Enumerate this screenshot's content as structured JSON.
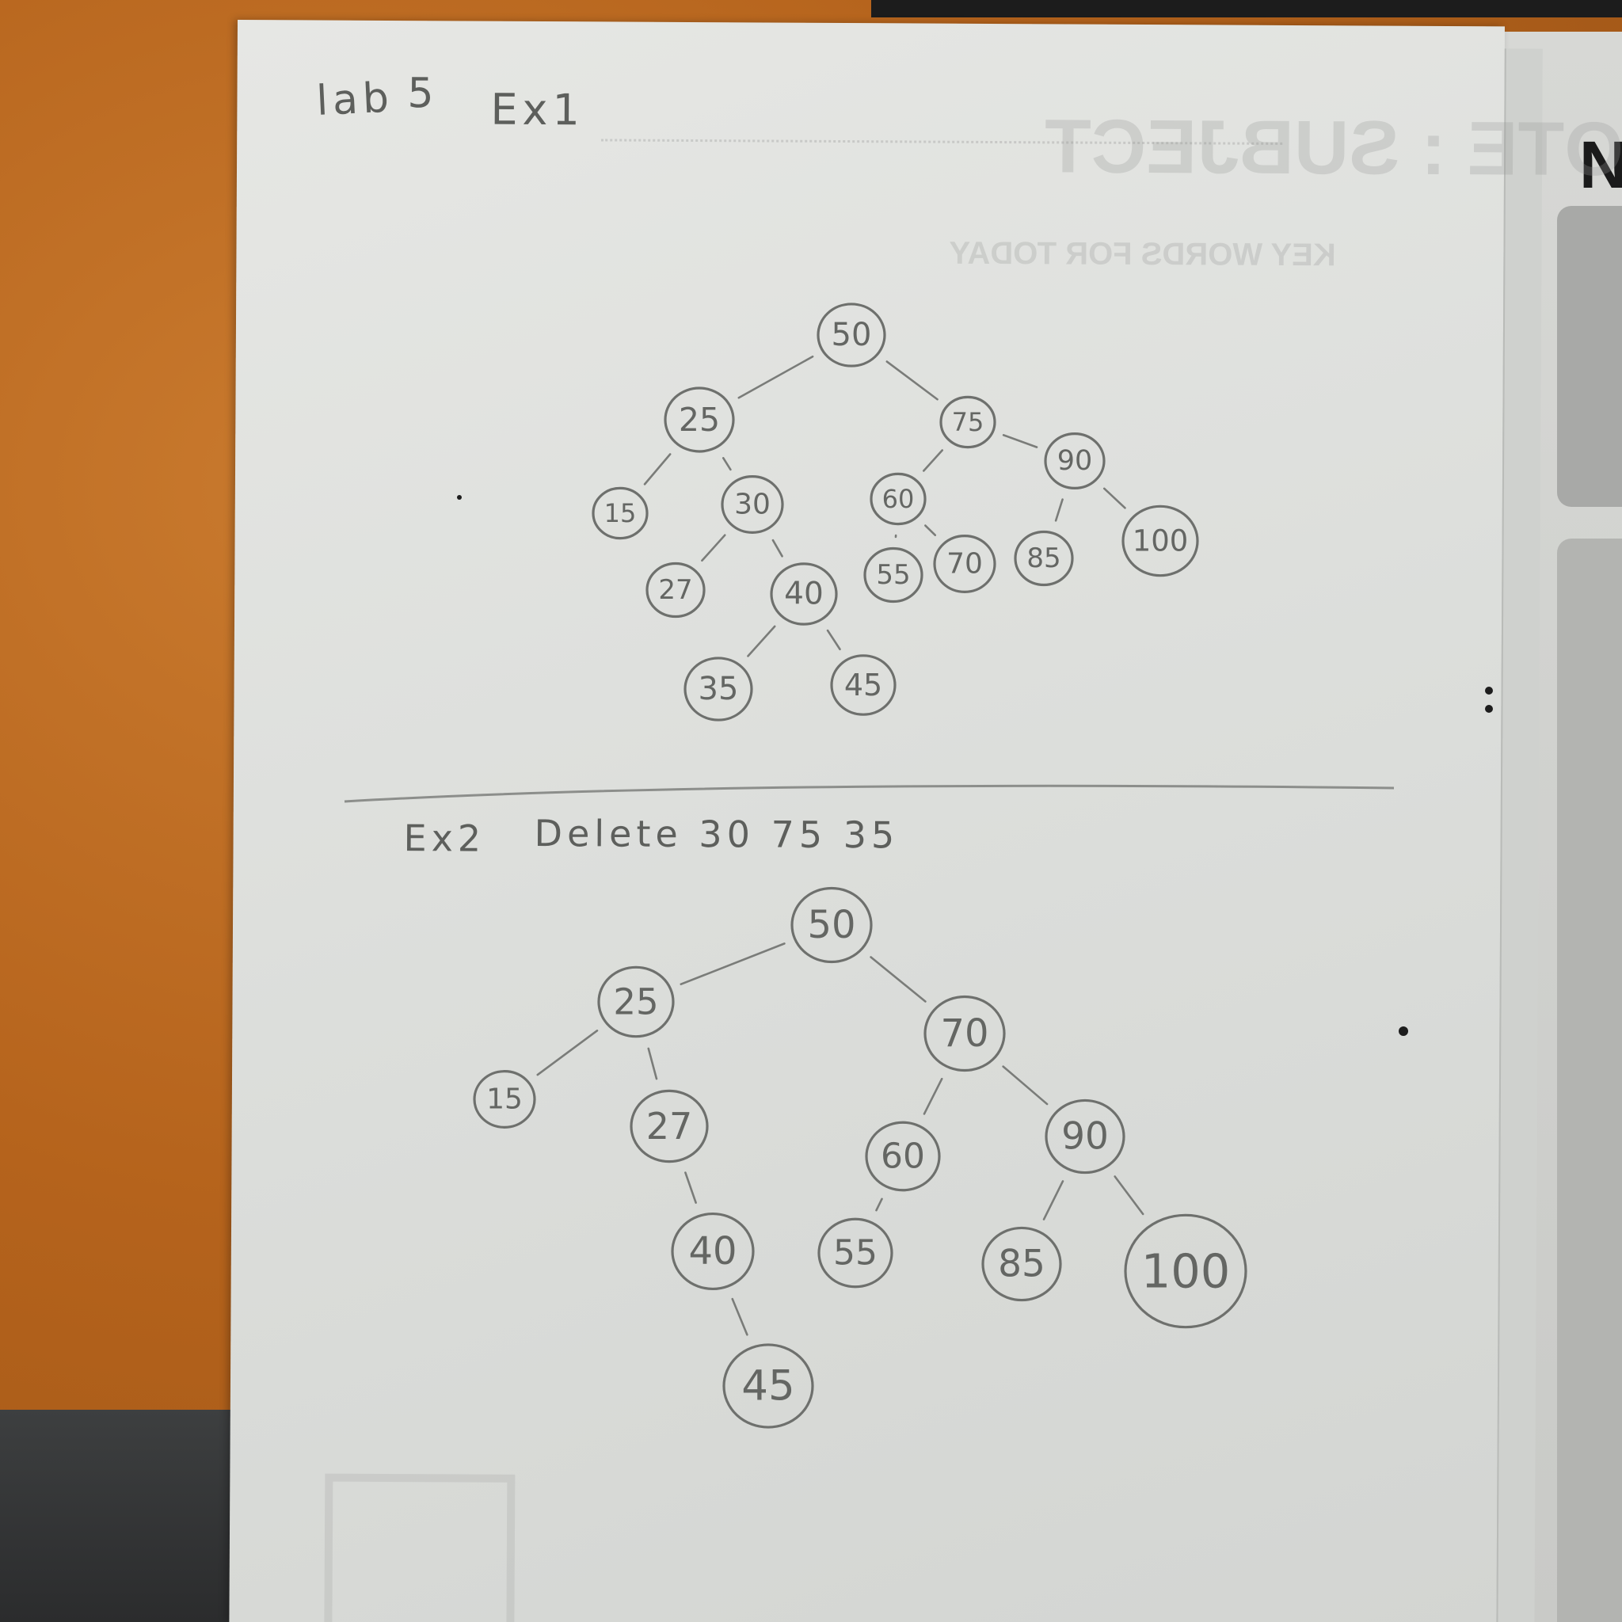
{
  "header": {
    "lab": "lab",
    "lab_number": "5",
    "exercise": "Ex1"
  },
  "printed_note_mirrored": {
    "title": "NOTE : SUBJECT",
    "subtitle": "KEY WORDS FOR TODAY"
  },
  "right_sheet": {
    "letter": "N"
  },
  "exercise2": {
    "label": "Ex2",
    "task": "Delete 30 75 35"
  },
  "tree1": {
    "nodes": [
      {
        "id": "n50",
        "value": "50"
      },
      {
        "id": "n25",
        "value": "25"
      },
      {
        "id": "n75",
        "value": "75"
      },
      {
        "id": "n15",
        "value": "15"
      },
      {
        "id": "n30",
        "value": "30"
      },
      {
        "id": "n60",
        "value": "60"
      },
      {
        "id": "n90",
        "value": "90"
      },
      {
        "id": "n27",
        "value": "27"
      },
      {
        "id": "n40",
        "value": "40"
      },
      {
        "id": "n55",
        "value": "55"
      },
      {
        "id": "n70",
        "value": "70"
      },
      {
        "id": "n85",
        "value": "85"
      },
      {
        "id": "n100",
        "value": "100"
      },
      {
        "id": "n35",
        "value": "35"
      },
      {
        "id": "n45",
        "value": "45"
      }
    ],
    "edges": [
      [
        "n50",
        "n25"
      ],
      [
        "n50",
        "n75"
      ],
      [
        "n25",
        "n15"
      ],
      [
        "n25",
        "n30"
      ],
      [
        "n75",
        "n60"
      ],
      [
        "n75",
        "n90"
      ],
      [
        "n30",
        "n27"
      ],
      [
        "n30",
        "n40"
      ],
      [
        "n60",
        "n55"
      ],
      [
        "n60",
        "n70"
      ],
      [
        "n90",
        "n85"
      ],
      [
        "n90",
        "n100"
      ],
      [
        "n40",
        "n35"
      ],
      [
        "n40",
        "n45"
      ]
    ]
  },
  "tree2": {
    "nodes": [
      {
        "id": "m50",
        "value": "50"
      },
      {
        "id": "m25",
        "value": "25"
      },
      {
        "id": "m70",
        "value": "70"
      },
      {
        "id": "m15",
        "value": "15"
      },
      {
        "id": "m27",
        "value": "27"
      },
      {
        "id": "m60",
        "value": "60"
      },
      {
        "id": "m90",
        "value": "90"
      },
      {
        "id": "m40",
        "value": "40"
      },
      {
        "id": "m55",
        "value": "55"
      },
      {
        "id": "m85",
        "value": "85"
      },
      {
        "id": "m100",
        "value": "100"
      },
      {
        "id": "m45",
        "value": "45"
      }
    ],
    "edges": [
      [
        "m50",
        "m25"
      ],
      [
        "m50",
        "m70"
      ],
      [
        "m25",
        "m15"
      ],
      [
        "m25",
        "m27"
      ],
      [
        "m70",
        "m60"
      ],
      [
        "m70",
        "m90"
      ],
      [
        "m27",
        "m40"
      ],
      [
        "m60",
        "m55"
      ],
      [
        "m90",
        "m85"
      ],
      [
        "m90",
        "m100"
      ],
      [
        "m40",
        "m45"
      ]
    ]
  },
  "colors": {
    "desk": "#b5631c",
    "paper": "#dcdedb",
    "pencil": "#6e706d"
  }
}
